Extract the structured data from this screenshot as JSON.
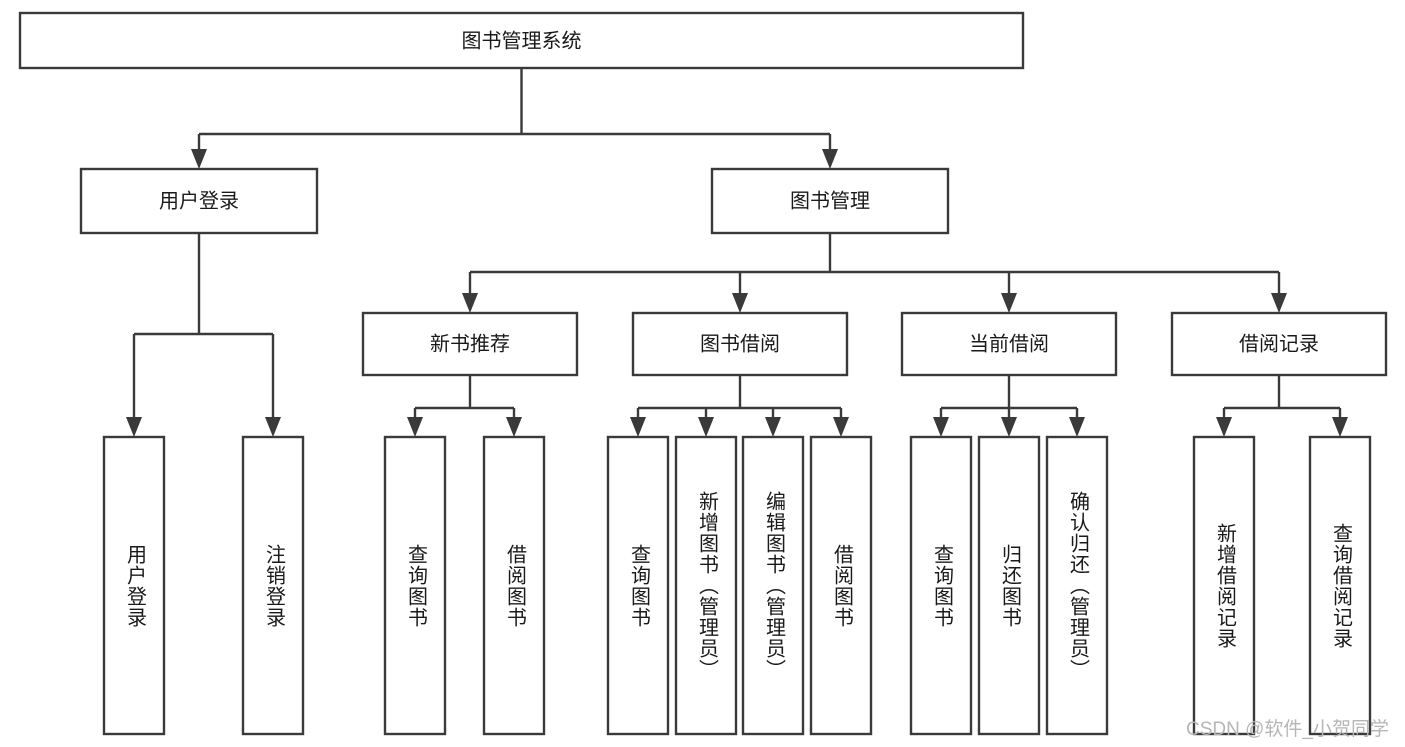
{
  "diagram": {
    "type": "tree",
    "title": "图书管理系统",
    "watermark": "CSDN @软件_小贺同学",
    "colors": {
      "box_stroke": "#3a3a3a",
      "box_fill": "#ffffff",
      "text": "#1a1a1a",
      "watermark": "#b6b6b6",
      "background": "#ffffff"
    },
    "root": {
      "label": "图书管理系统"
    },
    "level2": [
      {
        "label": "用户登录"
      },
      {
        "label": "图书管理"
      }
    ],
    "level3": [
      {
        "label": "新书推荐"
      },
      {
        "label": "图书借阅"
      },
      {
        "label": "当前借阅"
      },
      {
        "label": "借阅记录"
      }
    ],
    "leaves": {
      "user_login": [
        "用户登录",
        "注销登录"
      ],
      "new_book": [
        "查询图书",
        "借阅图书"
      ],
      "book_borrow": [
        "查询图书",
        "新增图书（管理员）",
        "编辑图书（管理员）",
        "借阅图书"
      ],
      "current_borrow": [
        "查询图书",
        "归还图书",
        "确认归还（管理员）"
      ],
      "borrow_record": [
        "新增借阅记录",
        "查询借阅记录"
      ]
    }
  }
}
